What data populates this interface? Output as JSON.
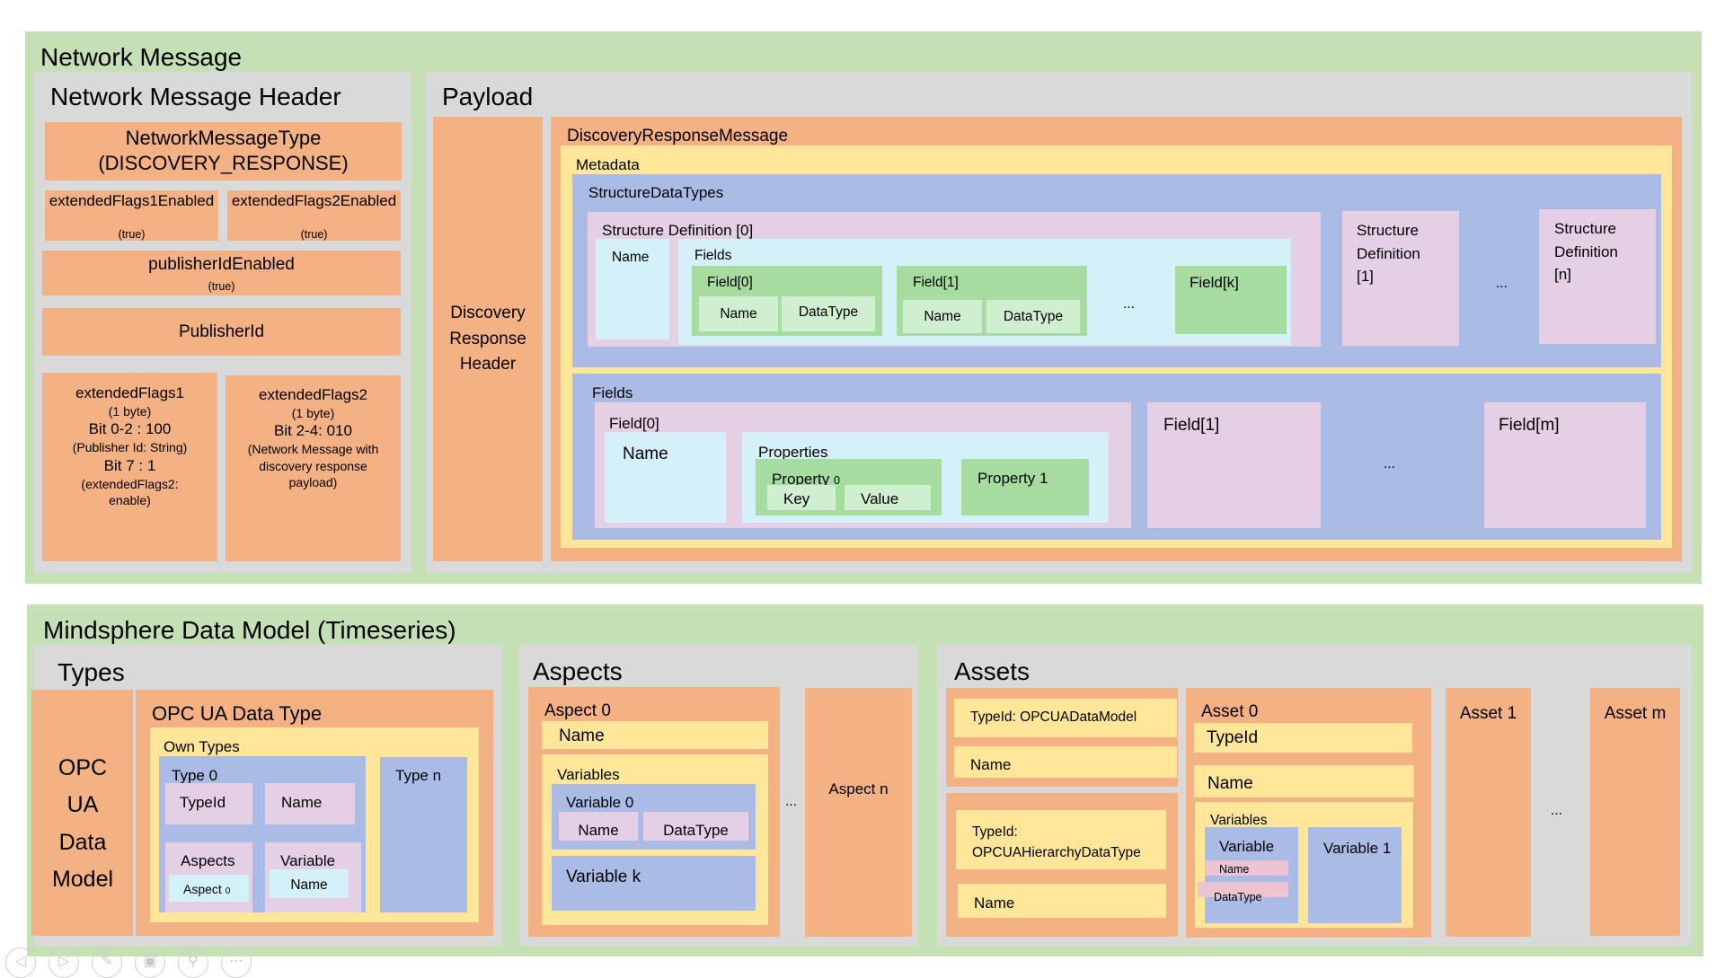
{
  "network_message": {
    "title": "Network Message",
    "header": {
      "title": "Network Message Header",
      "network_message_type": "NetworkMessageType",
      "network_message_type_value": "(DISCOVERY_RESPONSE)",
      "ext_flags1_enabled": "extendedFlags1Enabled",
      "ext_flags1_enabled_value": "(true)",
      "ext_flags2_enabled": "extendedFlags2Enabled",
      "ext_flags2_enabled_value": "(true)",
      "publisher_id_enabled": "publisherIdEnabled",
      "publisher_id_enabled_value": "(true)",
      "publisher_id": "PublisherId",
      "ext_flags1": {
        "title": "extendedFlags1",
        "size": "(1 byte)",
        "bits1": "Bit 0-2 : 100",
        "bits1_desc": "(Publisher Id: String)",
        "bits2": "Bit 7 : 1",
        "bits2_desc": "(extendedFlags2: enable)"
      },
      "ext_flags2": {
        "title": "extendedFlags2",
        "size": "(1 byte)",
        "bits": "Bit 2-4: 010",
        "bits_desc": "(Network Message with discovery response payload)"
      }
    },
    "payload": {
      "title": "Payload",
      "discovery_response_header": "Discovery Response Header",
      "discovery_response_message": "DiscoveryResponseMessage",
      "metadata": "Metadata",
      "structure_data_types": "StructureDataTypes",
      "structure_definition_0": "Structure Definition [0]",
      "name": "Name",
      "fields": "Fields",
      "field_0": "Field[0]",
      "field_1": "Field[1]",
      "field_k": "Field[k]",
      "datatype": "DataType",
      "ellipsis": "...",
      "structure_definition_1": "Structure Definition [1]",
      "structure_definition_n": "Structure Definition [n]",
      "fields_section": "Fields",
      "fields_field_0": "Field[0]",
      "properties": "Properties",
      "property_0": "Property",
      "property_0_sub": "0",
      "key": "Key",
      "value": "Value",
      "property_1": "Property 1",
      "fields_field_1": "Field[1]",
      "fields_field_m": "Field[m]"
    }
  },
  "mindsphere": {
    "title": "Mindsphere Data Model (Timeseries)",
    "types": {
      "title": "Types",
      "opc_ua_data_model": "OPC UA Data Model",
      "opc_ua_data_type": "OPC UA Data Type",
      "own_types": "Own Types",
      "type_0": "Type 0",
      "typeid": "TypeId",
      "name": "Name",
      "aspects": "Aspects",
      "aspect_0": "Aspect",
      "aspect_0_sub": "0",
      "variable": "Variable",
      "variable_name": "Name",
      "type_n": "Type n"
    },
    "aspects": {
      "title": "Aspects",
      "aspect_0": "Aspect 0",
      "name": "Name",
      "variables": "Variables",
      "variable_0": "Variable 0",
      "var_name": "Name",
      "datatype": "DataType",
      "variable_k": "Variable k",
      "ellipsis": "...",
      "aspect_n": "Aspect n"
    },
    "assets": {
      "title": "Assets",
      "typeid_opcua_data_model": "TypeId: OPCUADataModel",
      "name_1": "Name",
      "typeid_hierarchy": "TypeId: OPCUAHierarchyDataType",
      "name_2": "Name",
      "asset_0": "Asset 0",
      "typeid": "TypeId",
      "name": "Name",
      "variables": "Variables",
      "variable": "Variable",
      "var_name": "Name",
      "var_datatype": "DataType",
      "variable_1": "Variable 1",
      "asset_1": "Asset 1",
      "ellipsis": "...",
      "asset_m": "Asset m"
    }
  },
  "nav_icons": [
    "arrow-left-icon",
    "arrow-right-icon",
    "pen-icon",
    "slides-icon",
    "zoom-icon",
    "more-icon"
  ]
}
